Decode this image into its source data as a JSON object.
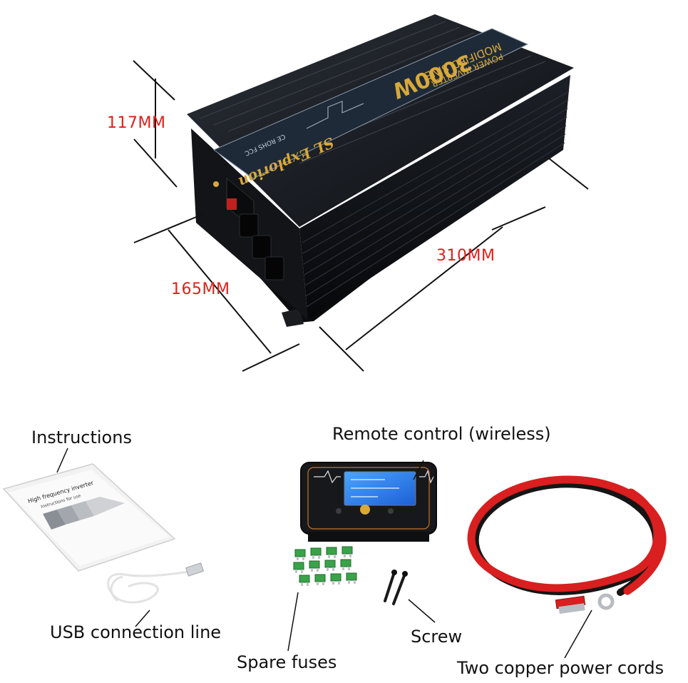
{
  "product": {
    "brand_text": "SL Explorion",
    "model_text": "3000W",
    "subtitle_line1": "MODIFIED SINE",
    "subtitle_line2": "POWER INVERTER",
    "cert_text": "CE  ROHS  FCC",
    "colors": {
      "body": "#14171c",
      "panel": "#1e2a38",
      "gold": "#d9a83a"
    }
  },
  "dimensions": {
    "height": "117MM",
    "width": "165MM",
    "length": "310MM",
    "color": "#e0201a"
  },
  "accessories": {
    "instructions": "Instructions",
    "instructions_booklet_title": "High frequency inverter",
    "instructions_booklet_sub": "Instructions for use",
    "remote": "Remote control (wireless)",
    "usb": "USB connection line",
    "fuses": "Spare fuses",
    "screw": "Screw",
    "cords": "Two copper power cords"
  }
}
